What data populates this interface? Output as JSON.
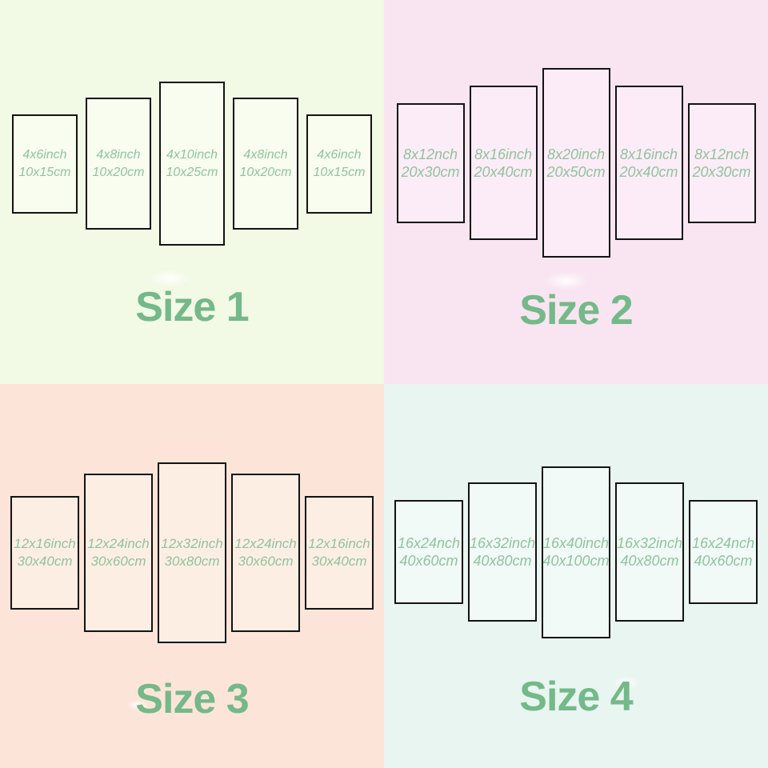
{
  "title": "Five-panel canvas size chart",
  "colors": {
    "size1_bg": "#f2f9e4",
    "size1_panel_fill": "#f9fdef",
    "size2_bg": "#f9e5f1",
    "size2_panel_fill": "#fcecf7",
    "size3_bg": "#fce5d8",
    "size3_panel_fill": "#fdeee3",
    "size4_bg": "#e9f5f0",
    "size4_panel_fill": "#f1faf7",
    "panel_text": "#8fc49e",
    "label_text": "#74b989",
    "panel_border": "#131313"
  },
  "quadrants": [
    {
      "label": "Size 1",
      "panels": [
        {
          "inch": "4x6inch",
          "cm": "10x15cm"
        },
        {
          "inch": "4x8inch",
          "cm": "10x20cm"
        },
        {
          "inch": "4x10inch",
          "cm": "10x25cm"
        },
        {
          "inch": "4x8inch",
          "cm": "10x20cm"
        },
        {
          "inch": "4x6inch",
          "cm": "10x15cm"
        }
      ]
    },
    {
      "label": "Size 2",
      "panels": [
        {
          "inch": "8x12nch",
          "cm": "20x30cm"
        },
        {
          "inch": "8x16inch",
          "cm": "20x40cm"
        },
        {
          "inch": "8x20inch",
          "cm": "20x50cm"
        },
        {
          "inch": "8x16inch",
          "cm": "20x40cm"
        },
        {
          "inch": "8x12nch",
          "cm": "20x30cm"
        }
      ]
    },
    {
      "label": "Size 3",
      "panels": [
        {
          "inch": "12x16inch",
          "cm": "30x40cm"
        },
        {
          "inch": "12x24inch",
          "cm": "30x60cm"
        },
        {
          "inch": "12x32inch",
          "cm": "30x80cm"
        },
        {
          "inch": "12x24inch",
          "cm": "30x60cm"
        },
        {
          "inch": "12x16inch",
          "cm": "30x40cm"
        }
      ]
    },
    {
      "label": "Size 4",
      "panels": [
        {
          "inch": "16x24nch",
          "cm": "40x60cm"
        },
        {
          "inch": "16x32inch",
          "cm": "40x80cm"
        },
        {
          "inch": "16x40inch",
          "cm": "40x100cm"
        },
        {
          "inch": "16x32inch",
          "cm": "40x80cm"
        },
        {
          "inch": "16x24nch",
          "cm": "40x60cm"
        }
      ]
    }
  ]
}
